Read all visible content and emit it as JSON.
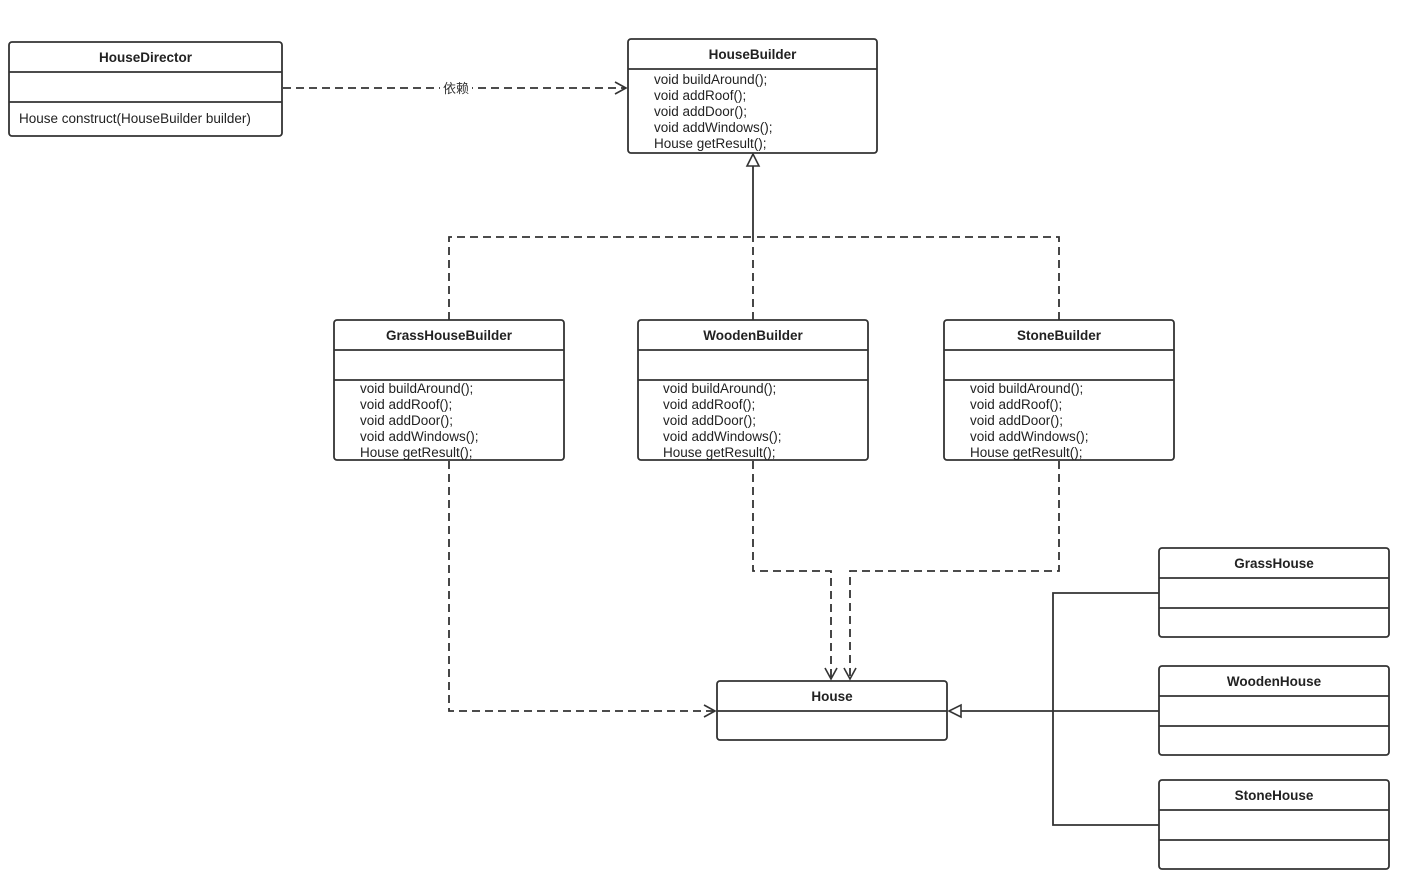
{
  "classes": {
    "house_director": {
      "name": "HouseDirector",
      "methods": [
        "House construct(HouseBuilder builder)"
      ]
    },
    "house_builder": {
      "name": "HouseBuilder",
      "methods": [
        "void buildAround();",
        "void addRoof();",
        "void addDoor();",
        "void addWindows();",
        "House getResult();"
      ]
    },
    "grass_house_builder": {
      "name": "GrassHouseBuilder",
      "methods": [
        "void buildAround();",
        "void addRoof();",
        "void addDoor();",
        "void addWindows();",
        "House getResult();"
      ]
    },
    "wooden_builder": {
      "name": "WoodenBuilder",
      "methods": [
        "void buildAround();",
        "void addRoof();",
        "void addDoor();",
        "void addWindows();",
        "House getResult();"
      ]
    },
    "stone_builder": {
      "name": "StoneBuilder",
      "methods": [
        "void buildAround();",
        "void addRoof();",
        "void addDoor();",
        "void addWindows();",
        "House getResult();"
      ]
    },
    "house": {
      "name": "House",
      "methods": []
    },
    "grass_house": {
      "name": "GrassHouse",
      "methods": []
    },
    "wooden_house": {
      "name": "WoodenHouse",
      "methods": []
    },
    "stone_house": {
      "name": "StoneHouse",
      "methods": []
    }
  },
  "edges": {
    "director_dependency_label": "依赖"
  },
  "colors": {
    "stroke": "#333333",
    "text": "#222222",
    "background": "#ffffff"
  }
}
